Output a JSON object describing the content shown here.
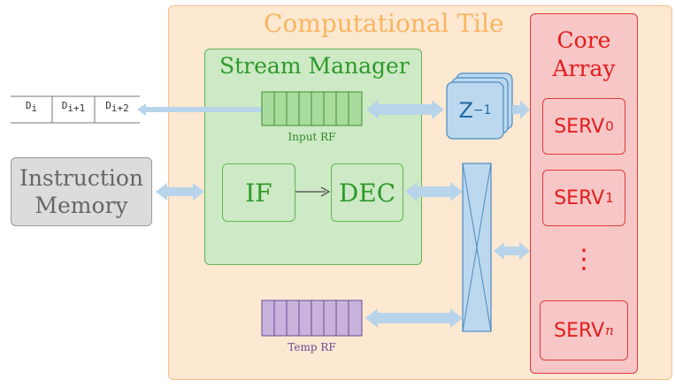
{
  "tile": {
    "title": "Computational Tile"
  },
  "stream_manager": {
    "title": "Stream Manager",
    "input_rf_label": "Input RF",
    "if_label": "IF",
    "dec_label": "DEC"
  },
  "temp_rf_label": "Temp RF",
  "delay": {
    "base": "Z",
    "exponent": "−1"
  },
  "core_array": {
    "title_line1": "Core",
    "title_line2": "Array",
    "cores": [
      {
        "name": "SERV",
        "sub": "0"
      },
      {
        "name": "SERV",
        "sub": "1"
      },
      {
        "name": "SERV",
        "sub": "n"
      }
    ],
    "ellipsis": "⋮"
  },
  "instruction_memory": {
    "line1": "Instruction",
    "line2": "Memory"
  },
  "data_stream": [
    {
      "base": "D",
      "sub": "i"
    },
    {
      "base": "D",
      "sub": "i+1"
    },
    {
      "base": "D",
      "sub": "i+2"
    }
  ],
  "colors": {
    "arrow": "#b7d4ea",
    "tile": "#fde8d2",
    "stream_manager": "#cde9c5",
    "core_array": "#f7c6c6",
    "input_rf": "#a8dc9c",
    "temp_rf": "#c8b3dd",
    "delay": "#bcd8ef"
  }
}
